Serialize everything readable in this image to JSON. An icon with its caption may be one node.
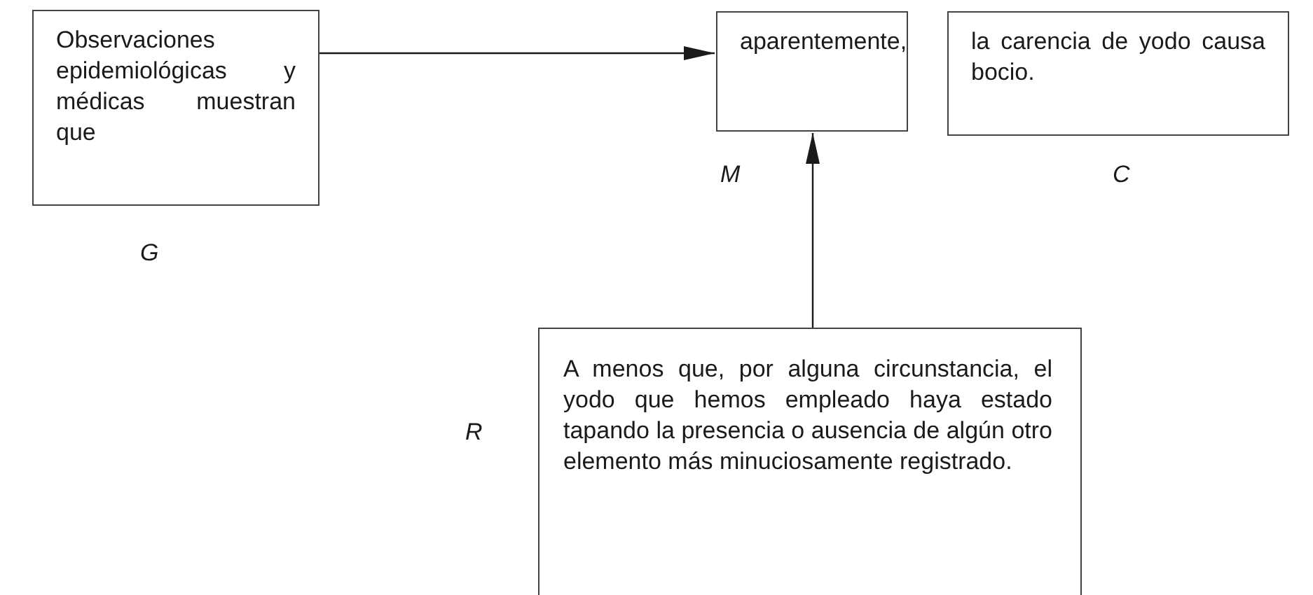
{
  "diagram": {
    "nodes": [
      {
        "text": [
          "Observaciones epidemiológicas y médicas muestran que"
        ],
        "beside": [
          "G"
        ]
      },
      {
        "text": [
          "aparentemente,"
        ],
        "beside": [
          "M"
        ]
      },
      {
        "text": [
          "la carencia de yodo causa bocio."
        ],
        "beside": [
          "C"
        ]
      },
      {
        "text": [
          "A menos que, por alguna circunstancia, el yodo que hemos empleado haya estado tapando la presencia o ausencia de algún otro elemento más minuciosamente registrado."
        ],
        "beside": [
          "R"
        ]
      }
    ],
    "edges": [
      {
        "from": 0,
        "to": 1,
        "arrow": "to"
      },
      {
        "from": 3,
        "to": 1,
        "arrow": "to"
      }
    ]
  }
}
